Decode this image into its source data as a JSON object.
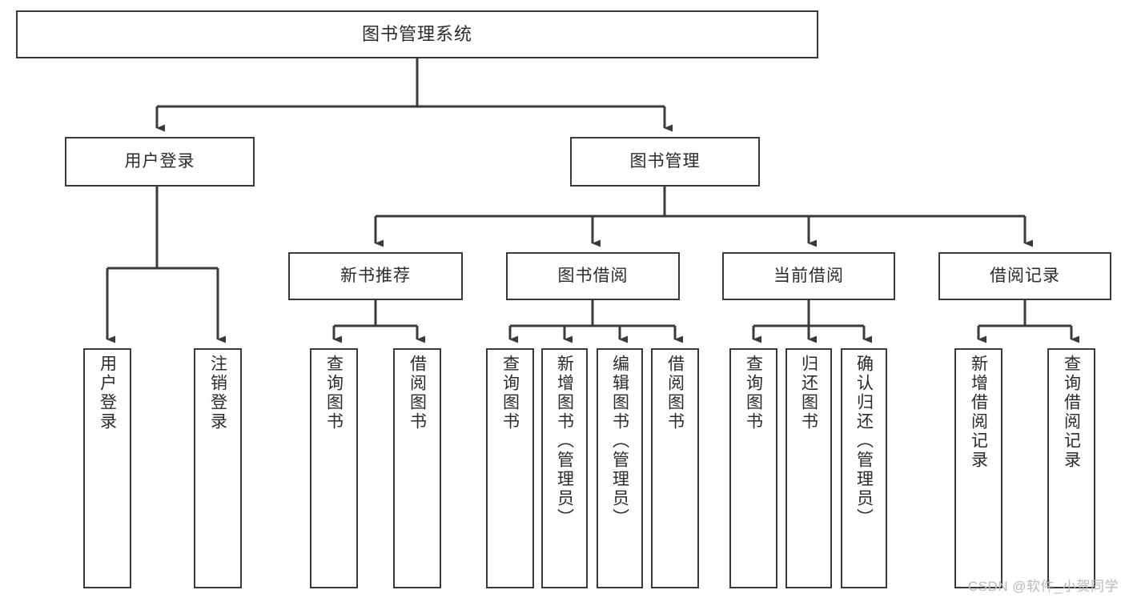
{
  "diagram": {
    "title": "图书管理系统",
    "type": "tree-hierarchy",
    "watermark": "CSDN @软件_小贺同学",
    "colors": {
      "stroke": "#3a3a3a",
      "fill": "#ffffff",
      "text": "#2b2b2b",
      "watermark": "#b9b9b9"
    },
    "nodes": {
      "root": {
        "label": "图书管理系统",
        "level": 1
      },
      "l2": [
        {
          "id": "user-login",
          "label": "用户登录"
        },
        {
          "id": "book-manage",
          "label": "图书管理"
        }
      ],
      "l3": [
        {
          "id": "new-book-recommend",
          "label": "新书推荐"
        },
        {
          "id": "book-borrow",
          "label": "图书借阅"
        },
        {
          "id": "current-borrow",
          "label": "当前借阅"
        },
        {
          "id": "borrow-record",
          "label": "借阅记录"
        }
      ],
      "leaves": {
        "user_login": [
          {
            "id": "leaf-user-login",
            "label": "用户登录"
          },
          {
            "id": "leaf-logout-login",
            "label": "注销登录"
          }
        ],
        "new_book_recommend": [
          {
            "id": "leaf-query-book-1",
            "label": "查询图书"
          },
          {
            "id": "leaf-borrow-book-1",
            "label": "借阅图书"
          }
        ],
        "book_borrow": [
          {
            "id": "leaf-query-book-2",
            "label": "查询图书"
          },
          {
            "id": "leaf-add-book",
            "label": "新增图书（管理员）"
          },
          {
            "id": "leaf-edit-book",
            "label": "编辑图书（管理员）"
          },
          {
            "id": "leaf-borrow-book-2",
            "label": "借阅图书"
          }
        ],
        "current_borrow": [
          {
            "id": "leaf-query-book-3",
            "label": "查询图书"
          },
          {
            "id": "leaf-return-book",
            "label": "归还图书"
          },
          {
            "id": "leaf-confirm-return",
            "label": "确认归还（管理员）"
          }
        ],
        "borrow_record": [
          {
            "id": "leaf-add-record",
            "label": "新增借阅记录"
          },
          {
            "id": "leaf-query-record",
            "label": "查询借阅记录"
          }
        ]
      }
    }
  }
}
